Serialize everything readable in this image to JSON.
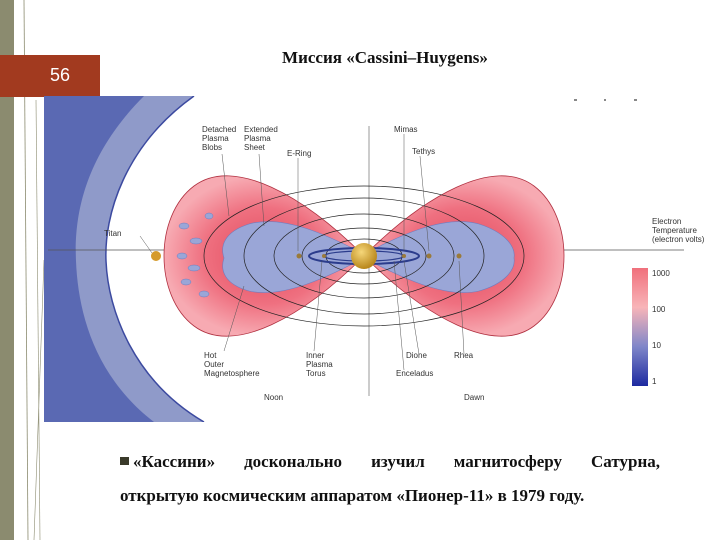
{
  "slide": {
    "page_number": "56",
    "title": "Миссия «Cassini–Huygens»"
  },
  "figure": {
    "labels": {
      "detached": [
        "Detached",
        "Plasma",
        "Blobs"
      ],
      "extended": [
        "Extended",
        "Plasma",
        "Sheet"
      ],
      "ering": "E-Ring",
      "mimas": "Mimas",
      "tethys": "Tethys",
      "titan": "Titan",
      "hot": [
        "Hot",
        "Outer",
        "Magnetosphere"
      ],
      "inner": [
        "Inner",
        "Plasma",
        "Torus"
      ],
      "dione": "Dione",
      "rhea": "Rhea",
      "enceladus": "Enceladus",
      "noon": "Noon",
      "dawn": "Dawn"
    },
    "legend": {
      "title": [
        "Electron",
        "Temperature",
        "(electron volts)"
      ],
      "ticks": [
        "1000",
        "100",
        "10",
        "1"
      ],
      "colors": [
        "#f0707c",
        "#f8b4b8",
        "#7f86c9",
        "#1d2aa0"
      ]
    }
  },
  "caption": {
    "line1": [
      "«Кассини»",
      "досконально",
      "изучил",
      "магнитосферу",
      "Сатурна,"
    ],
    "line2": "открытую космическим аппаратом «Пионер-11» в 1979 году."
  }
}
